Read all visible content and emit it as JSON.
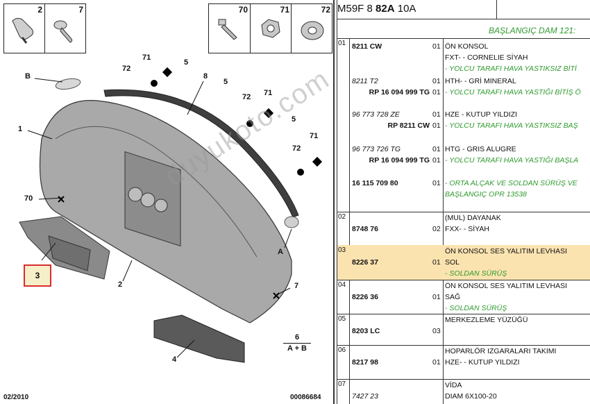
{
  "thumbs_left": [
    {
      "num": "2"
    },
    {
      "num": "7"
    }
  ],
  "thumbs_right": [
    {
      "num": "70"
    },
    {
      "num": "71"
    },
    {
      "num": "72"
    }
  ],
  "callouts": [
    "B",
    "1",
    "70",
    "3",
    "71",
    "72",
    "5",
    "8",
    "5",
    "72",
    "71",
    "5",
    "71",
    "72",
    "A",
    "2",
    "7",
    "4"
  ],
  "selected_part": "3",
  "ab_ref": {
    "num": "6",
    "letters": "A + B"
  },
  "footer": {
    "date": "02/2010",
    "doc": "00086684"
  },
  "watermark": "duyukoto.com",
  "header": {
    "prefix": "M59F 8 ",
    "bold": "82A",
    "suffix": " 10A"
  },
  "subheader": "BAŞLANGIÇ DAM 121:",
  "rows": [
    {
      "idx": "01",
      "highlight": false,
      "lines": [
        {
          "ref": "8211 CW",
          "ref_style": "bold",
          "qty": "01",
          "desc": "ÖN KONSOL",
          "green": false
        },
        {
          "ref": "",
          "ref_style": "",
          "qty": "",
          "desc": "FXT- - CORNELIE SİYAH",
          "green": false
        },
        {
          "ref": "",
          "ref_style": "",
          "qty": "",
          "desc": "- YOLCU TARAFI HAVA YASTIKSIZ BİTİ",
          "green": true
        },
        {
          "ref": "8211 T2",
          "ref_style": "italic",
          "qty": "01",
          "desc": "HTH- - GRİ MINERAL",
          "green": false
        },
        {
          "ref": "RP 16 094 999 TG",
          "ref_style": "right bold",
          "qty": "01",
          "desc": "- YOLCU TARAFI HAVA YASTIĞI BİTİŞ Ö",
          "green": true
        },
        {
          "ref": "96 773 728 ZE",
          "ref_style": "italic",
          "qty": "01",
          "desc": "HZE - KUTUP YILDIZI",
          "green": false
        },
        {
          "ref": "RP 8211 CW",
          "ref_style": "right bold",
          "qty": "01",
          "desc": "- YOLCU TARAFI HAVA YASTIKSIZ BAŞ",
          "green": true
        },
        {
          "ref": "96 773 726 TG",
          "ref_style": "italic",
          "qty": "01",
          "desc": "HTG - GRIS ALUGRE",
          "green": false
        },
        {
          "ref": "RP 16 094 999 TG",
          "ref_style": "right bold",
          "qty": "01",
          "desc": "- YOLCU TARAFI HAVA YASTIĞI BAŞLA",
          "green": true
        },
        {
          "ref": "16 115 709 80",
          "ref_style": "bold",
          "qty": "01",
          "desc": "- ORTA ALÇAK VE SOLDAN SÜRÜŞ VE",
          "green": true
        },
        {
          "ref": "",
          "ref_style": "",
          "qty": "",
          "desc": "BAŞLANGIÇ OPR 13538",
          "green": true
        }
      ]
    },
    {
      "idx": "02",
      "highlight": false,
      "lines": [
        {
          "ref": "",
          "ref_style": "",
          "qty": "",
          "desc": "(MUL) DAYANAK",
          "green": false
        },
        {
          "ref": "8748 76",
          "ref_style": "bold",
          "qty": "02",
          "desc": "FXX- - SİYAH",
          "green": false
        }
      ]
    },
    {
      "idx": "03",
      "highlight": true,
      "lines": [
        {
          "ref": "",
          "ref_style": "",
          "qty": "",
          "desc": "ÖN KONSOL SES YALITIM LEVHASI",
          "green": false
        },
        {
          "ref": "8226 37",
          "ref_style": "bold",
          "qty": "01",
          "desc": "SOL",
          "green": false
        },
        {
          "ref": "",
          "ref_style": "",
          "qty": "",
          "desc": "- SOLDAN SÜRÜŞ",
          "green": true
        }
      ]
    },
    {
      "idx": "04",
      "highlight": false,
      "lines": [
        {
          "ref": "",
          "ref_style": "",
          "qty": "",
          "desc": "ÖN KONSOL SES YALITIM LEVHASI",
          "green": false
        },
        {
          "ref": "8226 36",
          "ref_style": "bold",
          "qty": "01",
          "desc": "SAĞ",
          "green": false
        },
        {
          "ref": "",
          "ref_style": "",
          "qty": "",
          "desc": "- SOLDAN SÜRÜŞ",
          "green": true
        }
      ]
    },
    {
      "idx": "05",
      "highlight": false,
      "lines": [
        {
          "ref": "",
          "ref_style": "",
          "qty": "",
          "desc": "MERKEZLEME YÜZÜĞÜ",
          "green": false
        },
        {
          "ref": "8203 LC",
          "ref_style": "bold",
          "qty": "03",
          "desc": "",
          "green": false
        }
      ]
    },
    {
      "idx": "06",
      "highlight": false,
      "lines": [
        {
          "ref": "",
          "ref_style": "",
          "qty": "",
          "desc": "HOPARLÖR IZGARALARI TAKIMI",
          "green": false
        },
        {
          "ref": "8217 98",
          "ref_style": "bold",
          "qty": "01",
          "desc": "HZE- - KUTUP YILDIZI",
          "green": false
        }
      ]
    },
    {
      "idx": "07",
      "highlight": false,
      "lines": [
        {
          "ref": "",
          "ref_style": "",
          "qty": "",
          "desc": "VİDA",
          "green": false
        },
        {
          "ref": "7427 23",
          "ref_style": "italic",
          "qty": "",
          "desc": "DIAM 6X100-20",
          "green": false
        }
      ]
    }
  ],
  "colors": {
    "accent_green": "#2e9a2e",
    "highlight": "#fbe3b0",
    "selected_border": "#d92d2d"
  }
}
